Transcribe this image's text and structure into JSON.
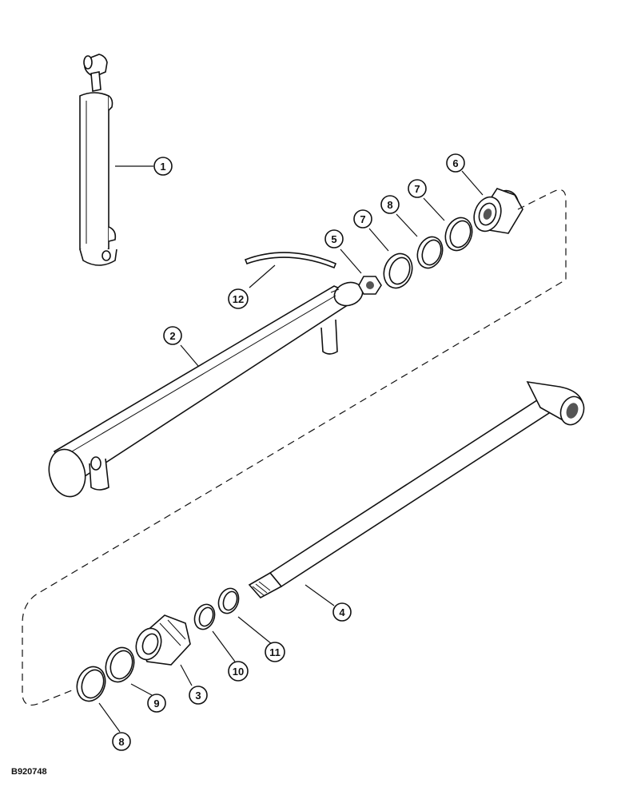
{
  "figure_code": "B920748",
  "colors": {
    "line": "#111111",
    "shade": "#555555",
    "background": "#ffffff"
  },
  "callouts": {
    "c1": "1",
    "c2": "2",
    "c3": "3",
    "c4": "4",
    "c5": "5",
    "c6": "6",
    "c7a": "7",
    "c7b": "7",
    "c8a": "8",
    "c8b": "8",
    "c9": "9",
    "c10": "10",
    "c11": "11",
    "c12": "12"
  }
}
